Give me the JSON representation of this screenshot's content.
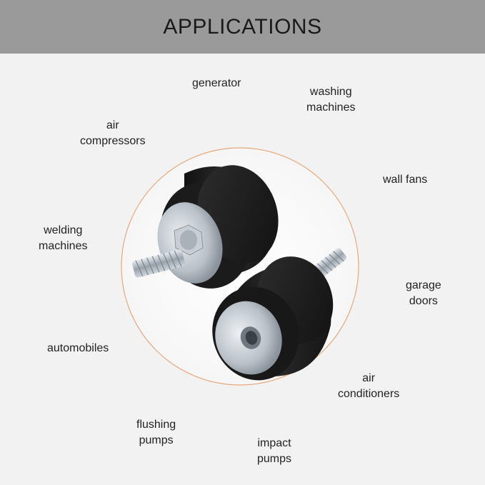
{
  "header": {
    "title": "APPLICATIONS"
  },
  "applications": [
    {
      "id": "generator",
      "lines": [
        "generator"
      ]
    },
    {
      "id": "washing-machines",
      "lines": [
        "washing",
        "machines"
      ]
    },
    {
      "id": "air-compressors",
      "lines": [
        "air",
        "compressors"
      ]
    },
    {
      "id": "wall-fans",
      "lines": [
        "wall fans"
      ]
    },
    {
      "id": "welding-machines",
      "lines": [
        "welding",
        "machines"
      ]
    },
    {
      "id": "garage-doors",
      "lines": [
        "garage",
        "doors"
      ]
    },
    {
      "id": "automobiles",
      "lines": [
        "automobiles"
      ]
    },
    {
      "id": "air-conditioners",
      "lines": [
        "air",
        "conditioners"
      ]
    },
    {
      "id": "flushing-pumps",
      "lines": [
        "flushing",
        "pumps"
      ]
    },
    {
      "id": "impact-pumps",
      "lines": [
        "impact",
        "pumps"
      ]
    }
  ],
  "colors": {
    "header_bg": "#9a9a9a",
    "page_bg": "#f2f2f2",
    "circle_border": "#e8a77a",
    "rubber": "#1c1c1c",
    "metal": "#c8ccd2"
  }
}
